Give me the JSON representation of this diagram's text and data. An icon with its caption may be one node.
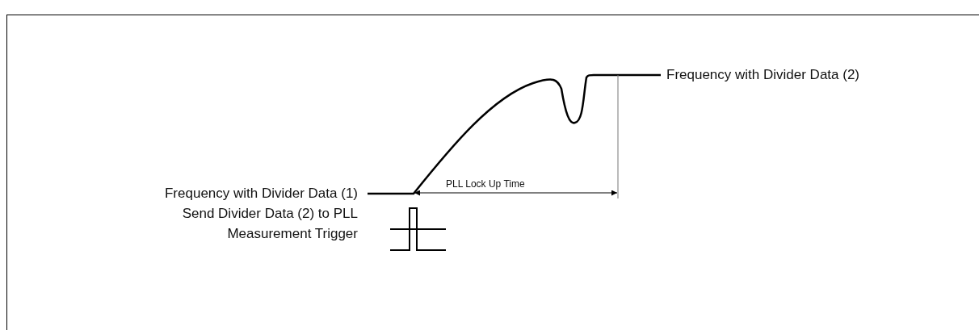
{
  "diagram": {
    "labels": [
      "Frequency with Divider Data (2)",
      "PLL Lock Up Time",
      "Frequency with Divider Data (1)",
      "Send Divider Data (2) to PLL",
      "Measurement Trigger"
    ]
  }
}
